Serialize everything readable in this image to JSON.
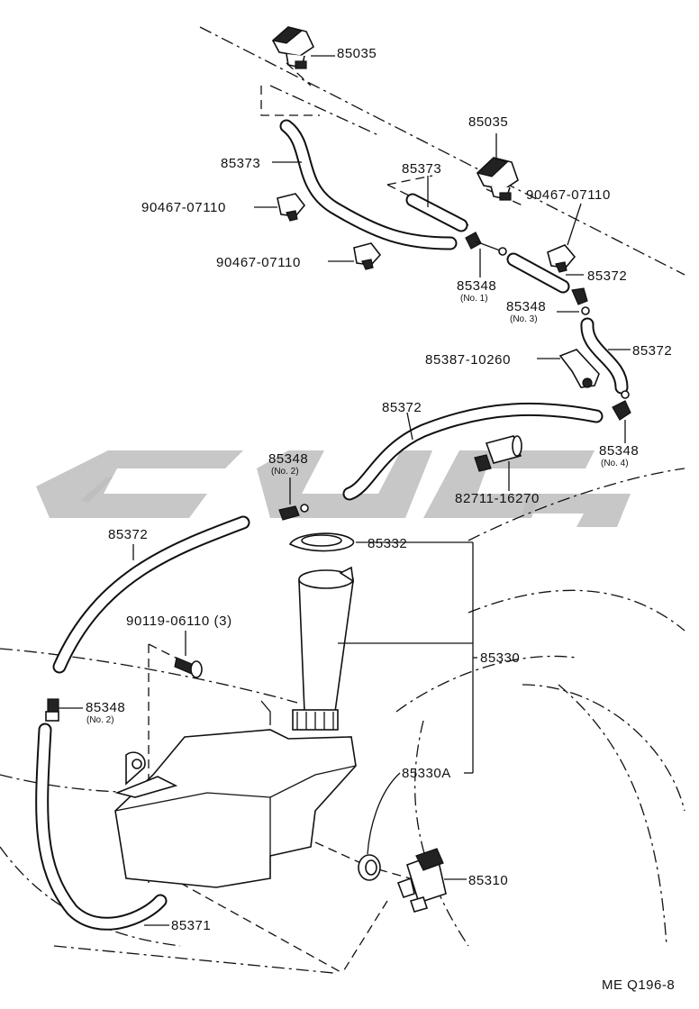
{
  "labels": {
    "nozzle_top": "85035",
    "nozzle_mid": "85035",
    "hose_left": "85373",
    "hose_mid": "85373",
    "clip_a": "90467-07110",
    "clip_b": "90467-07110",
    "clip_c": "90467-07110",
    "hose_right_upper": "85372",
    "joint_no1": "85348",
    "joint_no1_sub": "(No. 1)",
    "joint_no3": "85348",
    "joint_no3_sub": "(No. 3)",
    "hose_right_mid": "85372",
    "bracket": "85387-10260",
    "hose_center": "85372",
    "joint_no4": "85348",
    "joint_no4_sub": "(No. 4)",
    "joint_no2_upper": "85348",
    "joint_no2_upper_sub": "(No. 2)",
    "valve": "82711-16270",
    "hose_long_left": "85372",
    "cap": "85332",
    "bolt": "90119-06110 (3)",
    "tank": "85330",
    "joint_no2_lower": "85348",
    "joint_no2_lower_sub": "(No. 2)",
    "grommet": "85330A",
    "pump": "85310",
    "hose_bottom": "85371",
    "figure_code": "ME Q196-8"
  }
}
